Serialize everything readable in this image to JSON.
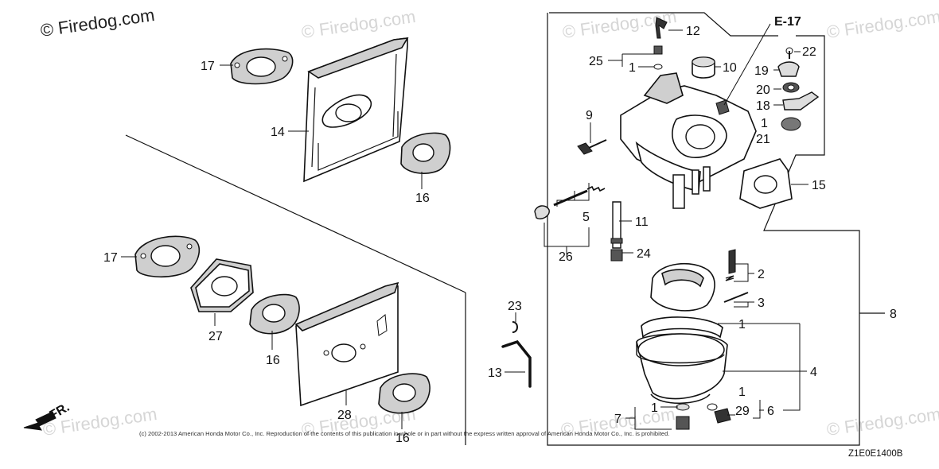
{
  "watermark": {
    "main": "© Firedog.com",
    "faint": "© Firedog.com"
  },
  "reference": {
    "e17": "E-17"
  },
  "direction_arrow": {
    "label": "FR."
  },
  "copyright": "(c) 2002-2013 American Honda Motor Co., Inc. Reproduction of the contents of this publication in whole or in part without the express written approval of American Honda Motor Co., Inc. is prohibited.",
  "diagram_code": "Z1E0E1400B",
  "callouts": {
    "c1a": "1",
    "c1b": "1",
    "c1c": "1",
    "c1d": "1",
    "c1e": "1",
    "c2": "2",
    "c3": "3",
    "c4": "4",
    "c5": "5",
    "c6": "6",
    "c7": "7",
    "c8": "8",
    "c9": "9",
    "c10": "10",
    "c11": "11",
    "c12": "12",
    "c13": "13",
    "c14": "14",
    "c15": "15",
    "c16a": "16",
    "c16b": "16",
    "c16c": "16",
    "c17a": "17",
    "c17b": "17",
    "c18": "18",
    "c19": "19",
    "c20": "20",
    "c21": "21",
    "c22": "22",
    "c23": "23",
    "c24": "24",
    "c25": "25",
    "c26": "26",
    "c27": "27",
    "c28": "28",
    "c29": "29"
  }
}
